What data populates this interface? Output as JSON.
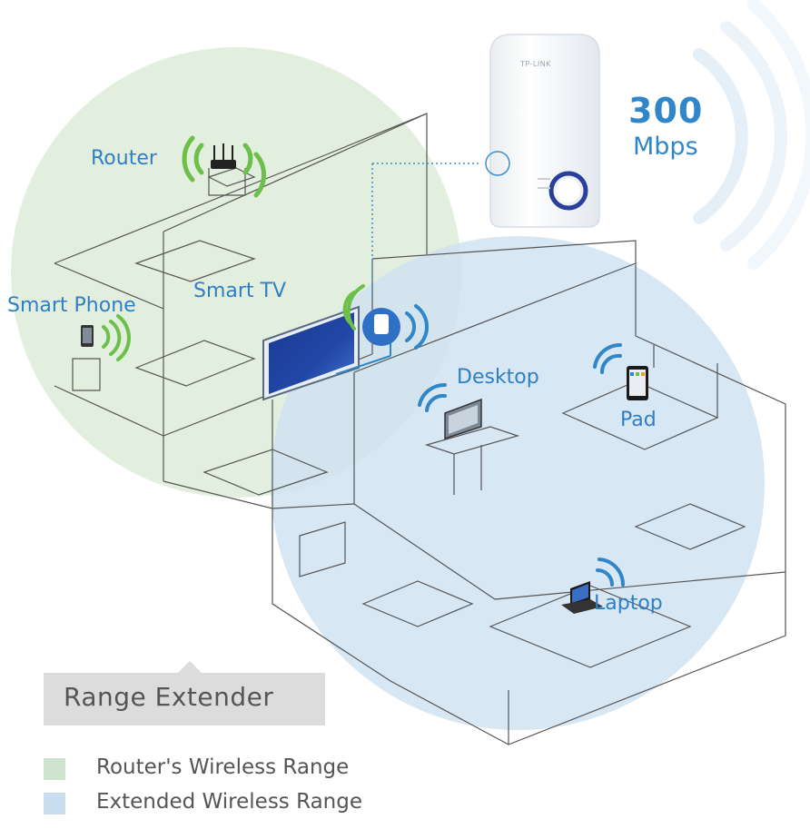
{
  "product": {
    "brand": "TP-LINK",
    "speed_value": "300",
    "speed_unit": "Mbps"
  },
  "labels": {
    "router": "Router",
    "smart_phone": "Smart Phone",
    "smart_tv": "Smart TV",
    "desktop": "Desktop",
    "pad": "Pad",
    "laptop": "Laptop"
  },
  "callout": {
    "title": "Range Extender"
  },
  "legend": [
    {
      "label": "Router's Wireless Range",
      "color": "#cfe4cf"
    },
    {
      "label": "Extended Wireless Range",
      "color": "#c9def0"
    }
  ],
  "colors": {
    "router_range": "#d9ead3",
    "extended_range": "#cfe2f1",
    "wifi_green": "#6cc04a",
    "wifi_blue": "#2f86c8",
    "label_blue": "#2f7fc4"
  },
  "icons": [
    "wifi-signal-icon",
    "router-icon",
    "phone-icon",
    "tv-icon",
    "desktop-icon",
    "tablet-icon",
    "laptop-icon",
    "range-extender-icon"
  ]
}
